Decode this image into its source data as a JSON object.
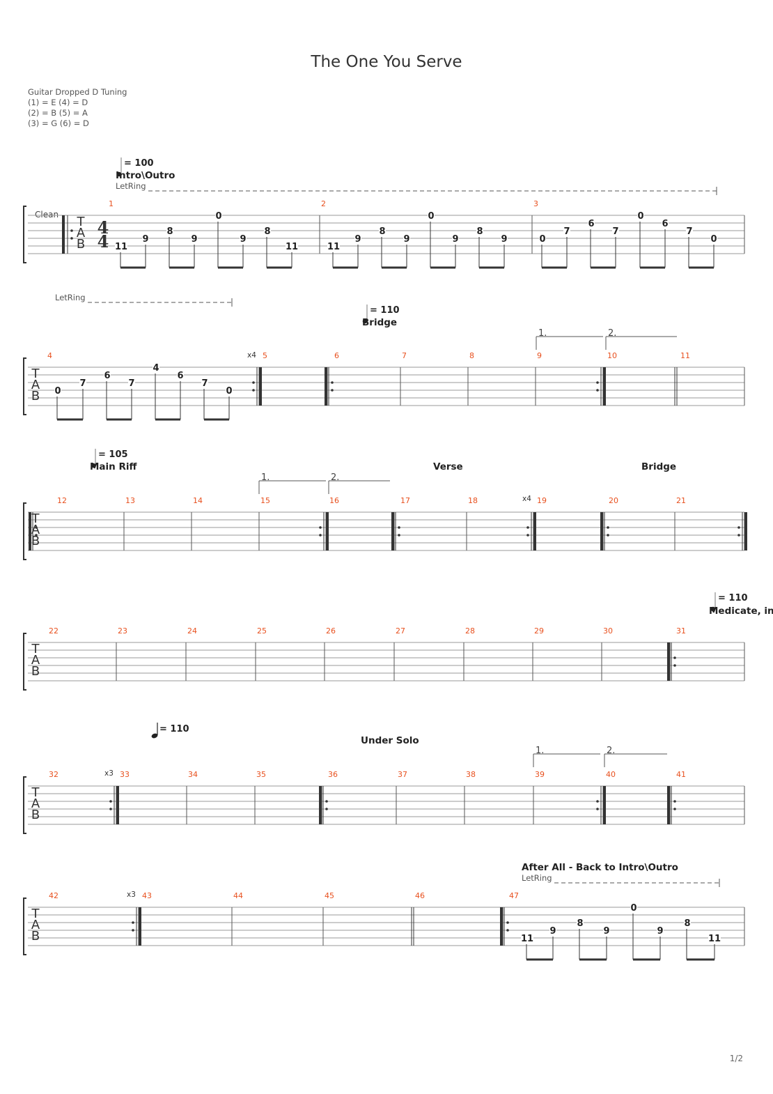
{
  "title": "The One You Serve",
  "tuning": {
    "heading": "Guitar Dropped D Tuning",
    "lines": [
      "(1) = E (4) = D",
      "(2) = B (5) = A",
      "(3) = G (6) = D"
    ]
  },
  "instrument": "Clean",
  "time_signature": "4/4",
  "page_number": "1/2",
  "colors": {
    "measure_number": "#e8501e",
    "staff_line": "#9a9a9a",
    "text": "#222222"
  },
  "systems": [
    {
      "measures": [
        "1",
        "2",
        "3"
      ],
      "annotations": [
        {
          "type": "tempo",
          "text": "= 100"
        },
        {
          "type": "section",
          "text": "Intro\\Outro"
        },
        {
          "type": "letring",
          "text": "LetRing"
        }
      ],
      "notes": [
        [
          "11",
          "9",
          "8",
          "9",
          "0",
          "9",
          "8",
          "11"
        ],
        [
          "11",
          "9",
          "8",
          "9",
          "0",
          "9",
          "8",
          "9"
        ],
        [
          "0",
          "7",
          "6",
          "7",
          "0",
          "6",
          "7",
          "0"
        ]
      ]
    },
    {
      "measures": [
        "4",
        "5",
        "6",
        "7",
        "8",
        "9",
        "10",
        "11"
      ],
      "annotations": [
        {
          "type": "letring",
          "text": "LetRing"
        },
        {
          "type": "tempo",
          "text": "= 110"
        },
        {
          "type": "section",
          "text": "Bridge"
        },
        {
          "type": "repeat_count",
          "text": "x4"
        },
        {
          "type": "volta",
          "text": "1."
        },
        {
          "type": "volta",
          "text": "2."
        }
      ],
      "notes": [
        [
          "0",
          "7",
          "6",
          "7",
          "4",
          "6",
          "7",
          "0"
        ]
      ]
    },
    {
      "measures": [
        "12",
        "13",
        "14",
        "15",
        "16",
        "17",
        "18",
        "19",
        "20",
        "21"
      ],
      "annotations": [
        {
          "type": "tempo",
          "text": "= 105"
        },
        {
          "type": "section",
          "text": "Main Riff"
        },
        {
          "type": "volta",
          "text": "1."
        },
        {
          "type": "volta",
          "text": "2."
        },
        {
          "type": "section",
          "text": "Verse"
        },
        {
          "type": "repeat_count",
          "text": "x4"
        },
        {
          "type": "section",
          "text": "Bridge"
        }
      ]
    },
    {
      "measures": [
        "22",
        "23",
        "24",
        "25",
        "26",
        "27",
        "28",
        "29",
        "30",
        "31"
      ],
      "annotations": [
        {
          "type": "tempo",
          "text": "= 110"
        },
        {
          "type": "section",
          "text": "Medicate, int"
        }
      ]
    },
    {
      "measures": [
        "32",
        "33",
        "34",
        "35",
        "36",
        "37",
        "38",
        "39",
        "40",
        "41"
      ],
      "annotations": [
        {
          "type": "repeat_count",
          "text": "x3"
        },
        {
          "type": "tempo",
          "text": "= 110"
        },
        {
          "type": "section",
          "text": "Under Solo"
        },
        {
          "type": "volta",
          "text": "1."
        },
        {
          "type": "volta",
          "text": "2."
        }
      ]
    },
    {
      "measures": [
        "42",
        "43",
        "44",
        "45",
        "46",
        "47"
      ],
      "annotations": [
        {
          "type": "repeat_count",
          "text": "x3"
        },
        {
          "type": "section",
          "text": "After All - Back to Intro\\Outro"
        },
        {
          "type": "letring",
          "text": "LetRing"
        }
      ],
      "notes": [
        [
          "11",
          "9",
          "8",
          "9",
          "0",
          "9",
          "8",
          "11"
        ]
      ]
    }
  ]
}
